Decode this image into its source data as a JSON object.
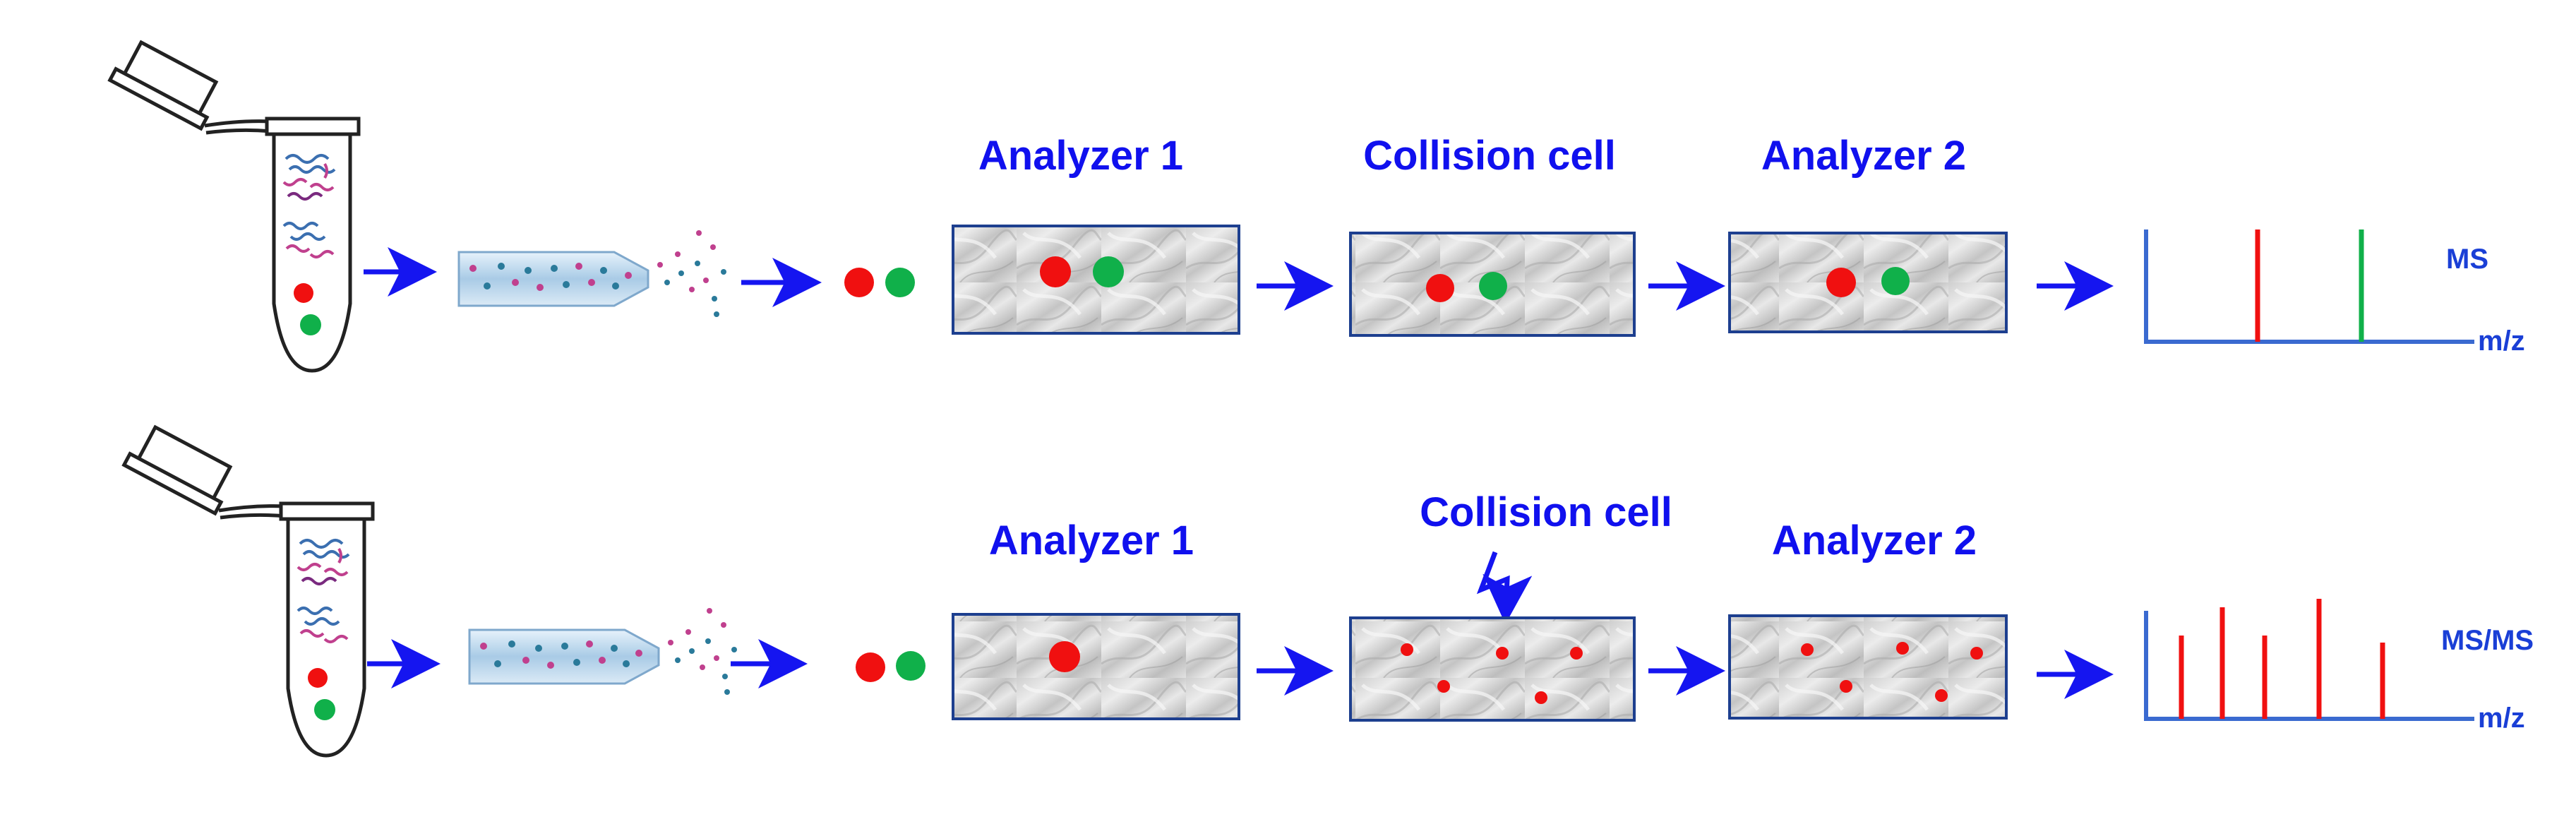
{
  "title": "",
  "colors": {
    "arrow": "#1515f0",
    "label": "#1010ee",
    "red_ion": "#f01010",
    "green_ion": "#10b04a",
    "box_border": "#1d3f8f",
    "axis": "#3a6ad0"
  },
  "rows": [
    {
      "mode": "MS",
      "stages": {
        "analyzer1_label": "Analyzer 1",
        "collision_label": "Collision cell",
        "analyzer2_label": "Analyzer 2"
      },
      "spectrum": {
        "label": "MS",
        "axis_label": "m/z",
        "peak_colors": [
          "red",
          "green"
        ]
      }
    },
    {
      "mode": "MS/MS",
      "stages": {
        "analyzer1_label": "Analyzer 1",
        "collision_label": "Collision cell",
        "analyzer2_label": "Analyzer 2"
      },
      "spectrum": {
        "label": "MS/MS",
        "axis_label": "m/z",
        "peak_colors": [
          "red",
          "red",
          "red",
          "red",
          "red"
        ]
      }
    }
  ],
  "icons": {
    "tube": "sample-tube-icon",
    "spray": "electrospray-needle-icon",
    "fragmentation": "lightning-bolt-icon"
  }
}
